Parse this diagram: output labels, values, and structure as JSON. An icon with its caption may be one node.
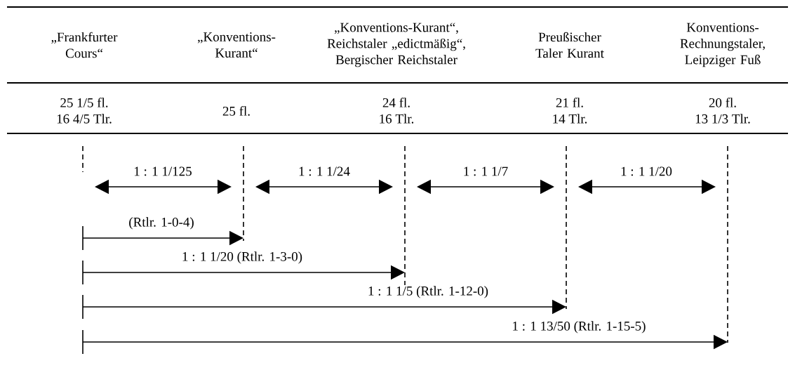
{
  "diagram": {
    "nodes": [
      {
        "text": [],
        "shape": "line"
      },
      {
        "text": [],
        "shape": "line"
      },
      {
        "text": [],
        "shape": "line"
      },
      {
        "text": [],
        "shape": "line"
      },
      {
        "text": [],
        "shape": "line"
      }
    ],
    "edges": [
      {
        "from": 0,
        "to": 1,
        "arrow": "both",
        "label": "1 : 1 1/125"
      },
      {
        "from": 1,
        "to": 2,
        "arrow": "both",
        "label": "1 : 1 1/24"
      },
      {
        "from": 2,
        "to": 3,
        "arrow": "both",
        "label": "1 : 1 1/7"
      },
      {
        "from": 3,
        "to": 4,
        "arrow": "both",
        "label": "1 : 1 1/20"
      },
      {
        "from": 0,
        "to": 1,
        "arrow": "to",
        "label": "(Rtlr. 1-0-4)"
      },
      {
        "from": 0,
        "to": 2,
        "arrow": "to",
        "label": "1 : 1 1/20 (Rtlr. 1-3-0)"
      },
      {
        "from": 0,
        "to": 3,
        "arrow": "to",
        "label": "1 : 1 1/5 (Rtlr. 1-12-0)"
      },
      {
        "from": 0,
        "to": 4,
        "arrow": "to",
        "label": "1 : 1 13/50 (Rtlr. 1-15-5)"
      }
    ],
    "labels": [
      "„Frankfurter Cours“",
      "„Konventions-Kurant“",
      "„Konventions-Kurant“, Reichstaler „edictmäßig“, Bergischer Reichstaler",
      "Preußischer Taler Kurant",
      "Konventions-Rechnungstaler, Leipziger Fuß",
      "25 1/5 fl.",
      "16 4/5 Tlr.",
      "25 fl.",
      "24 fl.",
      "16 Tlr.",
      "21 fl.",
      "14 Tlr.",
      "20 fl.",
      "13 1/3 Tlr."
    ]
  }
}
